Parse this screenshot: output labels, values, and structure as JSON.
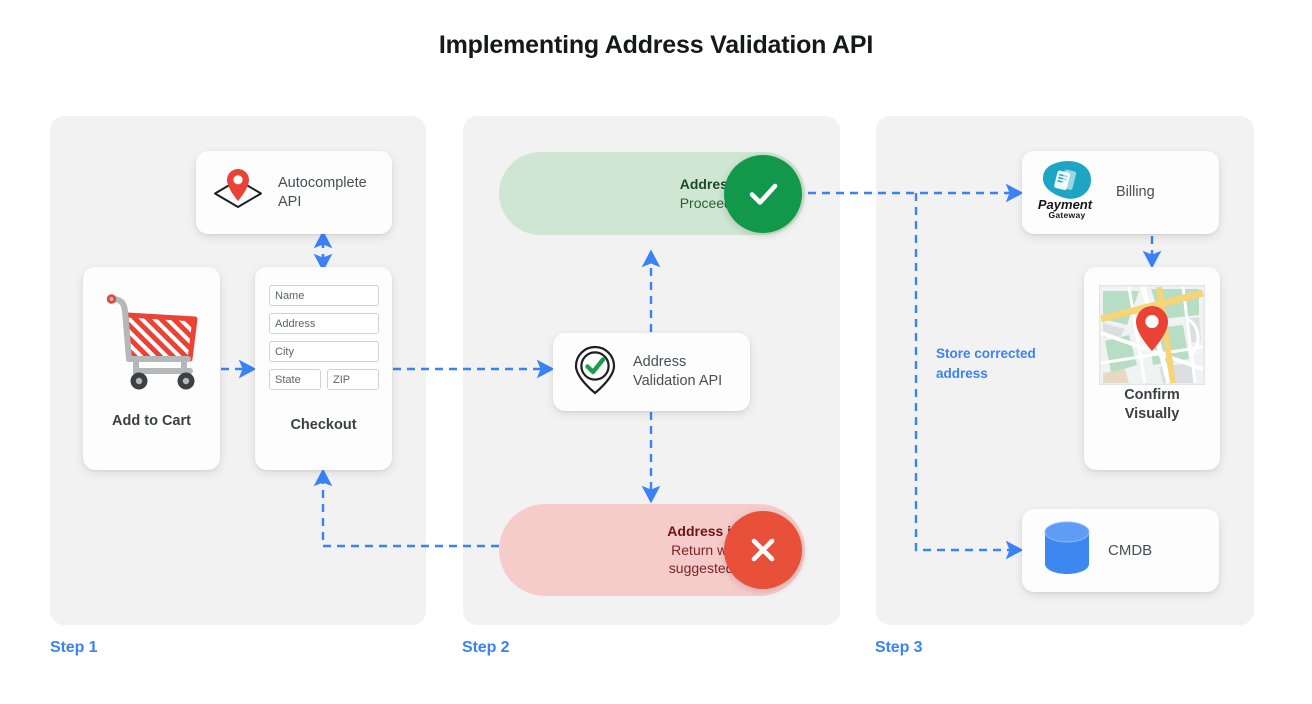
{
  "page": {
    "title": "Implementing Address Validation API",
    "accent_blue": "#3b82f6",
    "panel_bg": "#f2f2f2",
    "valid_green": "#11984a",
    "invalid_red": "#e8503a"
  },
  "steps": [
    {
      "label": "Step 1"
    },
    {
      "label": "Step 2"
    },
    {
      "label": "Step 3"
    }
  ],
  "step1": {
    "autocomplete_card": {
      "label": "Autocomplete API",
      "icon": "map-pin-envelope-icon"
    },
    "cart_card": {
      "label": "Add to Cart",
      "icon": "shopping-cart-icon"
    },
    "checkout_card": {
      "label": "Checkout",
      "fields": [
        {
          "name": "name-field",
          "placeholder": "Name"
        },
        {
          "name": "address-field",
          "placeholder": "Address"
        },
        {
          "name": "city-field",
          "placeholder": "City"
        },
        {
          "name": "state-field",
          "placeholder": "State"
        },
        {
          "name": "zip-field",
          "placeholder": "ZIP"
        }
      ]
    }
  },
  "step2": {
    "valid_pill": {
      "headline": "Address is valid.",
      "detail": "Proceed to billing.",
      "badge_icon": "check-icon",
      "badge_color": "#11984a"
    },
    "validation_card": {
      "label": "Address Validation API",
      "icon": "pin-check-icon"
    },
    "invalid_pill": {
      "headline": "Address is invalid.",
      "detail_line1": "Return with Google",
      "detail_line2": "suggested address.",
      "badge_icon": "close-icon",
      "badge_color": "#e8503a"
    }
  },
  "step3": {
    "billing_card": {
      "label": "Billing",
      "icon": "payment-gateway-icon",
      "logo_primary": "Payment",
      "logo_secondary": "Gateway"
    },
    "confirm_card": {
      "label_line1": "Confirm",
      "label_line2": "Visually",
      "icon": "map-thumbnail-icon"
    },
    "cmdb_card": {
      "label": "CMDB",
      "icon": "database-cylinder-icon"
    },
    "store_note": "Store corrected address"
  }
}
